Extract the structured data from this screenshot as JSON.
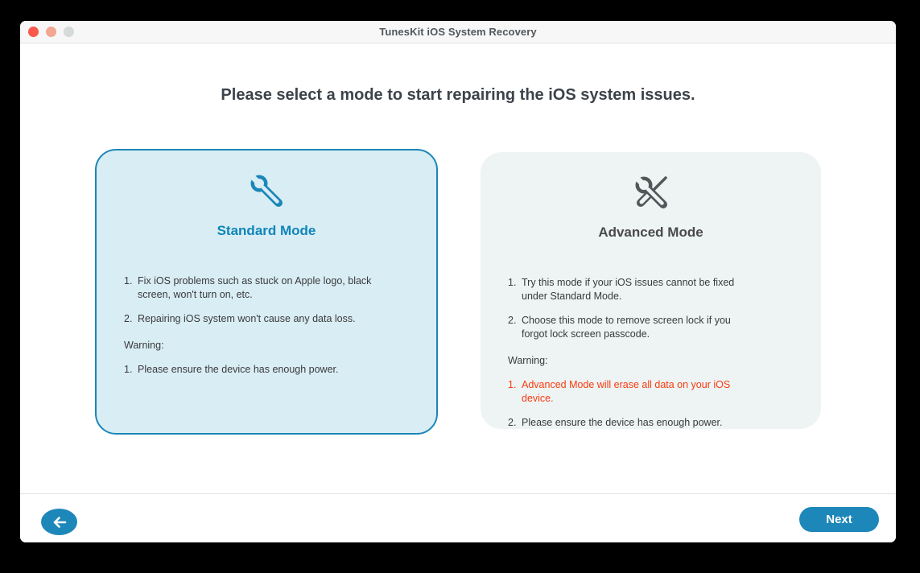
{
  "window": {
    "title": "TunesKit iOS System Recovery",
    "traffic_lights": [
      "close-button",
      "minimize-button",
      "zoom-button"
    ]
  },
  "heading": "Please select a mode to start repairing the iOS system issues.",
  "modes": {
    "standard": {
      "title": "Standard Mode",
      "icon": "wrench-icon",
      "selected": true,
      "items": [
        {
          "num": "1.",
          "text": "Fix iOS problems such as stuck on Apple logo, black screen, won't turn on, etc."
        },
        {
          "num": "2.",
          "text": "Repairing iOS system won't cause any data loss."
        }
      ],
      "warning_label": "Warning:",
      "warnings": [
        {
          "num": "1.",
          "text": "Please ensure the device has enough power.",
          "highlight": false
        }
      ]
    },
    "advanced": {
      "title": "Advanced Mode",
      "icon": "wrench-screwdriver-icon",
      "selected": false,
      "items": [
        {
          "num": "1.",
          "text": "Try this mode if your iOS issues cannot be fixed under Standard Mode."
        },
        {
          "num": "2.",
          "text": "Choose this mode to remove screen lock if you forgot lock screen passcode."
        }
      ],
      "warning_label": "Warning:",
      "warnings": [
        {
          "num": "1.",
          "text": "Advanced Mode will erase all data on your iOS device.",
          "highlight": true
        },
        {
          "num": "2.",
          "text": "Please ensure the device has enough power.",
          "highlight": false
        }
      ]
    }
  },
  "footer": {
    "back_icon": "back-arrow-icon",
    "next_label": "Next"
  },
  "colors": {
    "accent_blue": "#1d87ba",
    "standard_card_bg": "#d9edf5",
    "standard_card_border": "#1c86b8",
    "advanced_card_bg": "#edf4f3",
    "warning_red": "#fb3a10",
    "traffic_red": "#f8594c",
    "traffic_salmon": "#f2a693",
    "traffic_gray": "#d6dada"
  }
}
